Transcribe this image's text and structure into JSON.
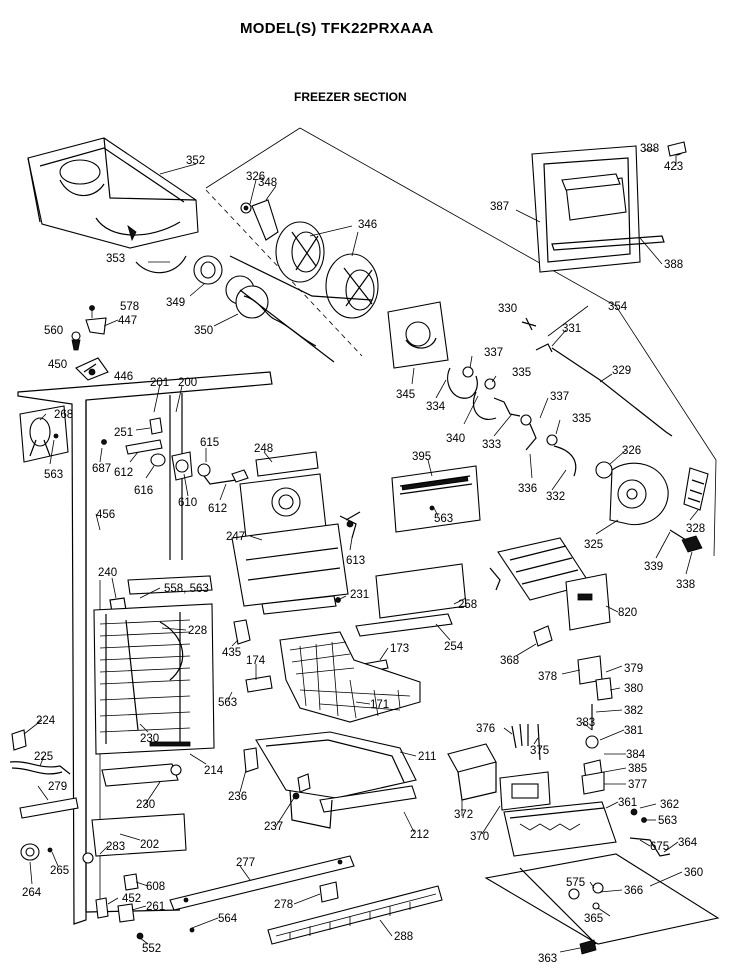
{
  "header": {
    "model": "MODEL(S) TFK22PRXAAA",
    "section": "FREEZER SECTION"
  },
  "callouts": [
    {
      "id": "c352",
      "text": "352"
    },
    {
      "id": "c326a",
      "text": "326"
    },
    {
      "id": "c348",
      "text": "348"
    },
    {
      "id": "c346",
      "text": "346"
    },
    {
      "id": "c388a",
      "text": "388"
    },
    {
      "id": "c423",
      "text": "423"
    },
    {
      "id": "c387",
      "text": "387"
    },
    {
      "id": "c388b",
      "text": "388"
    },
    {
      "id": "c353",
      "text": "353"
    },
    {
      "id": "c349",
      "text": "349"
    },
    {
      "id": "c350",
      "text": "350"
    },
    {
      "id": "c578",
      "text": "578"
    },
    {
      "id": "c447",
      "text": "447"
    },
    {
      "id": "c560",
      "text": "560"
    },
    {
      "id": "c450",
      "text": "450"
    },
    {
      "id": "c446",
      "text": "446"
    },
    {
      "id": "c330",
      "text": "330"
    },
    {
      "id": "c354",
      "text": "354"
    },
    {
      "id": "c331",
      "text": "331"
    },
    {
      "id": "c345",
      "text": "345"
    },
    {
      "id": "c337a",
      "text": "337"
    },
    {
      "id": "c335a",
      "text": "335"
    },
    {
      "id": "c329",
      "text": "329"
    },
    {
      "id": "c334",
      "text": "334"
    },
    {
      "id": "c337b",
      "text": "337"
    },
    {
      "id": "c340",
      "text": "340"
    },
    {
      "id": "c333",
      "text": "333"
    },
    {
      "id": "c335b",
      "text": "335"
    },
    {
      "id": "c201",
      "text": "201"
    },
    {
      "id": "c200",
      "text": "200"
    },
    {
      "id": "c268",
      "text": "268"
    },
    {
      "id": "c251",
      "text": "251"
    },
    {
      "id": "c615",
      "text": "615"
    },
    {
      "id": "c248",
      "text": "248"
    },
    {
      "id": "c687",
      "text": "687"
    },
    {
      "id": "c612a",
      "text": "612"
    },
    {
      "id": "c616",
      "text": "616"
    },
    {
      "id": "c610",
      "text": "610"
    },
    {
      "id": "c612b",
      "text": "612"
    },
    {
      "id": "c395",
      "text": "395"
    },
    {
      "id": "c326b",
      "text": "326"
    },
    {
      "id": "c336",
      "text": "336"
    },
    {
      "id": "c332",
      "text": "332"
    },
    {
      "id": "c563a",
      "text": "563"
    },
    {
      "id": "c563b",
      "text": "563"
    },
    {
      "id": "c328",
      "text": "328"
    },
    {
      "id": "c456",
      "text": "456"
    },
    {
      "id": "c247",
      "text": "247"
    },
    {
      "id": "c325",
      "text": "325"
    },
    {
      "id": "c339",
      "text": "339"
    },
    {
      "id": "c613",
      "text": "613"
    },
    {
      "id": "c338",
      "text": "338"
    },
    {
      "id": "c240",
      "text": "240"
    },
    {
      "id": "c558",
      "text": "558, 563"
    },
    {
      "id": "c231",
      "text": "231"
    },
    {
      "id": "c258",
      "text": "258"
    },
    {
      "id": "c820",
      "text": "820"
    },
    {
      "id": "c228",
      "text": "228"
    },
    {
      "id": "c254",
      "text": "254"
    },
    {
      "id": "c435",
      "text": "435"
    },
    {
      "id": "c173",
      "text": "173"
    },
    {
      "id": "c368",
      "text": "368"
    },
    {
      "id": "c174",
      "text": "174"
    },
    {
      "id": "c378",
      "text": "378"
    },
    {
      "id": "c379",
      "text": "379"
    },
    {
      "id": "c380",
      "text": "380"
    },
    {
      "id": "c563c",
      "text": "563"
    },
    {
      "id": "c382",
      "text": "382"
    },
    {
      "id": "c171",
      "text": "171"
    },
    {
      "id": "c224",
      "text": "224"
    },
    {
      "id": "c376",
      "text": "376"
    },
    {
      "id": "c383",
      "text": "383"
    },
    {
      "id": "c381",
      "text": "381"
    },
    {
      "id": "c230a",
      "text": "230"
    },
    {
      "id": "c375",
      "text": "375"
    },
    {
      "id": "c384",
      "text": "384"
    },
    {
      "id": "c211",
      "text": "211"
    },
    {
      "id": "c385",
      "text": "385"
    },
    {
      "id": "c225",
      "text": "225"
    },
    {
      "id": "c214",
      "text": "214"
    },
    {
      "id": "c377",
      "text": "377"
    },
    {
      "id": "c279",
      "text": "279"
    },
    {
      "id": "c236",
      "text": "236"
    },
    {
      "id": "c230b",
      "text": "230"
    },
    {
      "id": "c372",
      "text": "372"
    },
    {
      "id": "c361",
      "text": "361"
    },
    {
      "id": "c362",
      "text": "362"
    },
    {
      "id": "c237",
      "text": "237"
    },
    {
      "id": "c212",
      "text": "212"
    },
    {
      "id": "c370",
      "text": "370"
    },
    {
      "id": "c563d",
      "text": "563"
    },
    {
      "id": "c202",
      "text": "202"
    },
    {
      "id": "c283",
      "text": "283"
    },
    {
      "id": "c675",
      "text": "675"
    },
    {
      "id": "c364",
      "text": "364"
    },
    {
      "id": "c264",
      "text": "264"
    },
    {
      "id": "c265",
      "text": "265"
    },
    {
      "id": "c277",
      "text": "277"
    },
    {
      "id": "c360",
      "text": "360"
    },
    {
      "id": "c608",
      "text": "608"
    },
    {
      "id": "c575",
      "text": "575"
    },
    {
      "id": "c366",
      "text": "366"
    },
    {
      "id": "c452",
      "text": "452"
    },
    {
      "id": "c261",
      "text": "261"
    },
    {
      "id": "c278",
      "text": "278"
    },
    {
      "id": "c564",
      "text": "564"
    },
    {
      "id": "c365",
      "text": "365"
    },
    {
      "id": "c552",
      "text": "552"
    },
    {
      "id": "c288",
      "text": "288"
    },
    {
      "id": "c363",
      "text": "363"
    }
  ]
}
